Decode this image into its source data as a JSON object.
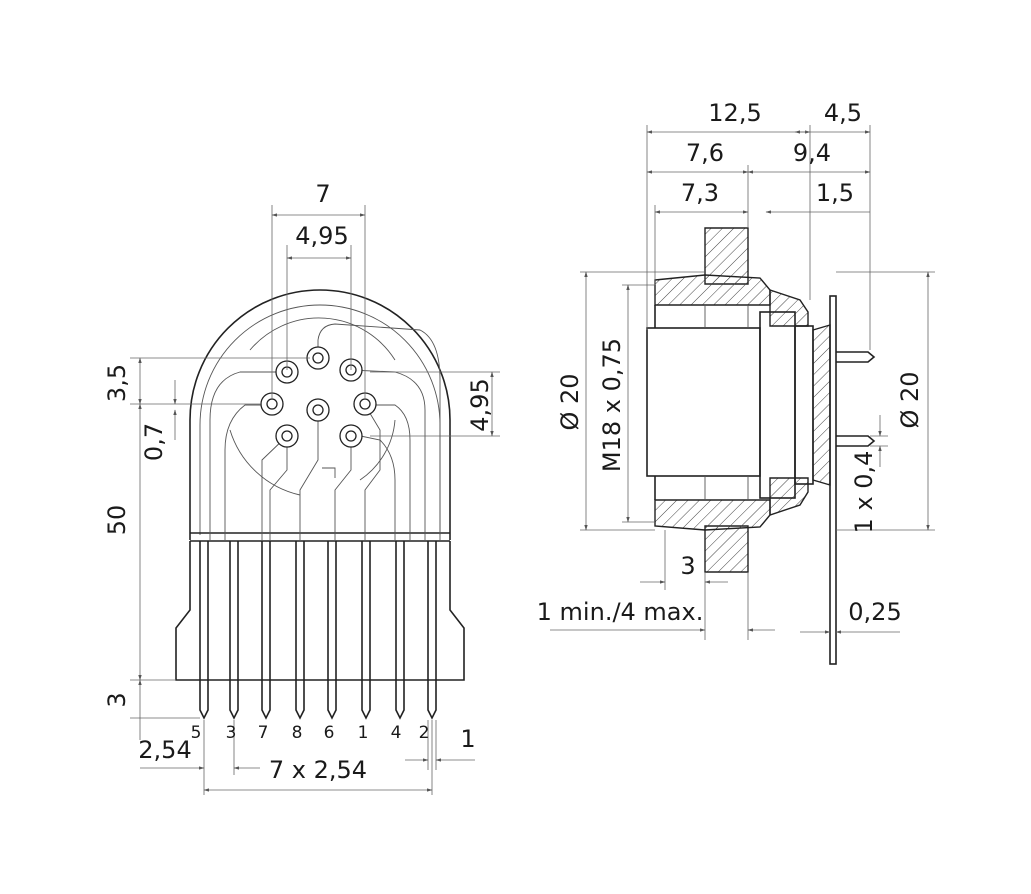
{
  "front_view": {
    "dims": {
      "pitch_circle_outer": "7",
      "pitch_circle_inner": "4,95",
      "offset_top": "3,5",
      "offset_small": "0,7",
      "height_body": "50",
      "pin_length": "3",
      "right_offset": "4,95",
      "pin_pitch": "2,54",
      "pin_width": "1",
      "pin_span": "7 x 2,54"
    },
    "pin_labels": [
      "5",
      "3",
      "7",
      "8",
      "6",
      "1",
      "4",
      "2"
    ]
  },
  "side_view": {
    "dims": {
      "len_total": "12,5",
      "len_right": "4,5",
      "len_a": "7,6",
      "len_b": "9,4",
      "len_c": "7,3",
      "len_d": "1,5",
      "dia_left": "Ø 20",
      "thread": "M18 x 0,75",
      "dia_right": "Ø 20",
      "pin_section": "1 x 0,4",
      "panel_gap": "3",
      "panel_thickness": "1 min./4 max.",
      "pcb_thickness": "0,25"
    }
  }
}
